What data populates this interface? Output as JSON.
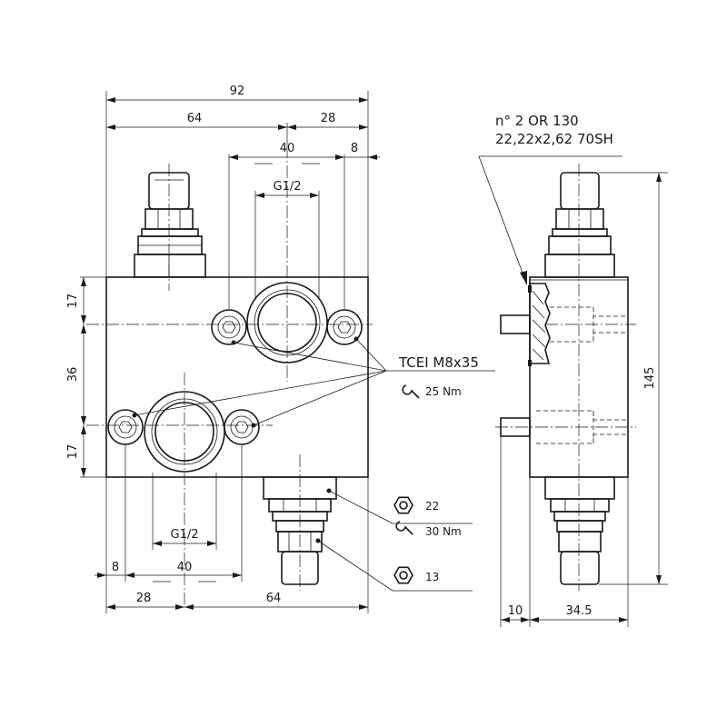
{
  "dimensions": {
    "overall_width": "92",
    "left_part": "64",
    "right_part": "28",
    "upper_port_spacing": "40",
    "upper_edge_offset": "8",
    "upper_port_thread": "G1/2",
    "left_top_height": "17",
    "left_middle_height": "36",
    "left_bottom_height": "17",
    "lower_port_thread": "G1/2",
    "lower_edge_offset": "8",
    "lower_port_spacing": "40",
    "bottom_left_part": "28",
    "bottom_right_part": "64",
    "side_height": "145",
    "side_offset": "10",
    "side_depth": "34.5"
  },
  "callouts": {
    "oring_line1": "n° 2 OR 130",
    "oring_line2": "22,22x2,62 70SH",
    "screw": "TCEI M8x35",
    "screw_torque": "25 Nm",
    "nut_size": "22",
    "nut_torque": "30 Nm",
    "locknut_size": "13"
  },
  "icons": [
    "wrench-icon",
    "hex-nut-icon"
  ]
}
